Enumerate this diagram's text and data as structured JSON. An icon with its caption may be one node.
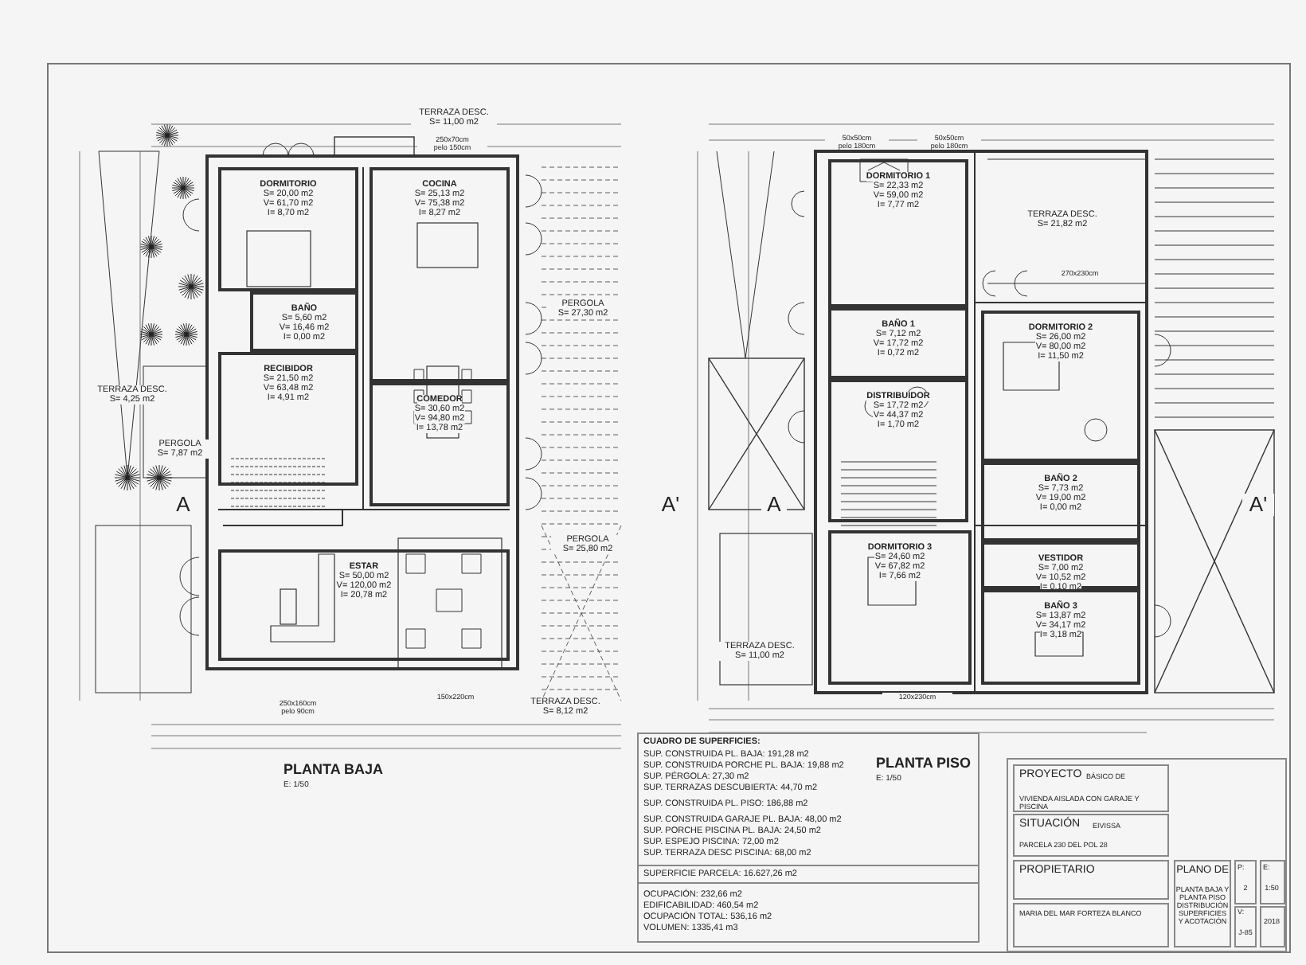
{
  "diagram": {
    "nodes": [
      {
        "text": [
          "DORMITORIO",
          "S= 20,00 m2",
          "V= 61,70 m2",
          "I= 8,70 m2"
        ]
      },
      {
        "text": [
          "BAÑO",
          "S= 5,60 m2",
          "V= 16,46 m2",
          "I= 0,00 m2"
        ]
      },
      {
        "text": [
          "COCINA",
          "S= 25,13 m2",
          "V= 75,38 m2",
          "I= 8,27 m2"
        ]
      },
      {
        "text": [
          "RECIBIDOR",
          "S= 21,50 m2",
          "V= 63,48 m2",
          "I= 4,91 m2"
        ]
      },
      {
        "text": [
          "COMEDOR",
          "S= 30,60 m2",
          "V= 94,80 m2",
          "I= 13,78 m2"
        ]
      },
      {
        "text": [
          "ESTAR",
          "S= 50,00 m2",
          "V= 120,00 m2",
          "I= 20,78 m2"
        ]
      },
      {
        "text": [
          "DORMITORIO 1",
          "S= 22,33 m2",
          "V= 59,00 m2",
          "I= 7,77 m2"
        ]
      },
      {
        "text": [
          "BAÑO 1",
          "S= 7,12 m2",
          "V= 17,72 m2",
          "I= 0,72 m2"
        ]
      },
      {
        "text": [
          "DORMITORIO 2",
          "S= 26,00 m2",
          "V= 80,00 m2",
          "I= 11,50 m2"
        ]
      },
      {
        "text": [
          "DISTRIBUIDOR",
          "S= 17,72 m2",
          "V= 44,37 m2",
          "I= 1,70 m2"
        ]
      },
      {
        "text": [
          "BAÑO 2",
          "S= 7,73 m2",
          "V= 19,00 m2",
          "I= 0,00 m2"
        ]
      },
      {
        "text": [
          "DORMITORIO 3",
          "S= 24,60 m2",
          "V= 67,82 m2",
          "I= 7,66 m2"
        ]
      },
      {
        "text": [
          "VESTIDOR",
          "S= 7,00 m2",
          "V= 10,52 m2",
          "I= 0,10 m2"
        ]
      },
      {
        "text": [
          "BAÑO 3",
          "S= 13,87 m2",
          "V= 34,17 m2",
          "I= 3,18 m2"
        ]
      }
    ],
    "labels": [
      "TERRAZA DESC.",
      "S= 11,00 m2",
      "250x70cm",
      "pelo 150cm",
      "TERRAZA DESC.",
      "S= 4,25 m2",
      "PERGOLA",
      "S= 7,87 m2",
      "PERGOLA",
      "S= 27,30 m2",
      "PERGOLA",
      "S= 25,80 m2",
      "TERRAZA DESC.",
      "S= 8,12 m2",
      "A",
      "A'",
      "250x160cm",
      "pelo 90cm",
      "150x220cm",
      "PLANTA BAJA",
      "E: 1/50",
      "50x50cm",
      "pelo 180cm",
      "50x50cm",
      "pelo 180cm",
      "TERRAZA DESC.",
      "S= 21,82 m2",
      "270x230cm",
      "A",
      "A'",
      "TERRAZA DESC.",
      "S= 11,00 m2",
      "120x230cm",
      "PLANTA PISO",
      "E: 1/50",
      "CUADRO DE SUPERFICIES:",
      "SUP. CONSTRUIDA PL. BAJA: 191,28 m2",
      "SUP. CONSTRUIDA PORCHE PL. BAJA: 19,88 m2",
      "SUP. PÉRGOLA: 27,30 m2",
      "SUP. TERRAZAS DESCUBIERTA: 44,70 m2",
      "SUP. CONSTRUIDA PL. PISO: 186,88 m2",
      "SUP. CONSTRUIDA GARAJE PL. BAJA: 48,00 m2",
      "SUP. PORCHE PISCINA PL. BAJA: 24,50 m2",
      "SUP. ESPEJO PISCINA: 72,00 m2",
      "SUP. TERRAZA DESC PISCINA: 68,00 m2",
      "SUPERFICIE PARCELA: 16.627,26 m2",
      "OCUPACIÓN: 232,66 m2",
      "EDIFICABILIDAD: 460,54 m2",
      "OCUPACIÓN TOTAL: 536,16 m2",
      "VOLUMEN: 1335,41 m3",
      "PROYECTO",
      "BÁSICO DE",
      "VIVIENDA AISLADA CON GARAJE Y PISCINA",
      "SITUACIÓN",
      "EIVISSA",
      "PARCELA 230 DEL POL 28",
      "PROPIETARIO",
      "MARIA DEL MAR FORTEZA BLANCO",
      "PLANO DE",
      "PLANTA BAJA Y PLANTA PISO DISTRIBUCIÓN SUPERFICIES Y ACOTACIÓN",
      "P:",
      "2",
      "E:",
      "1:50",
      "V:",
      "J-85",
      "2018"
    ]
  }
}
